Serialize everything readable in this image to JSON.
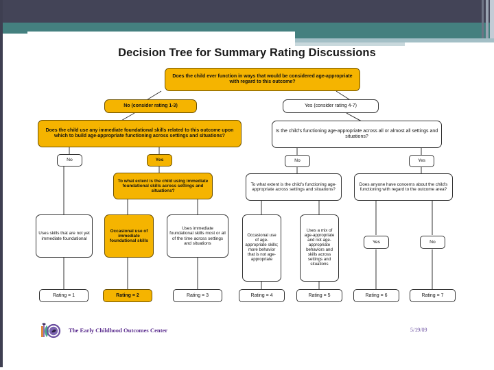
{
  "slide": {
    "title": "Decision Tree for Summary Rating Discussions",
    "theme_colors": {
      "header_dark": "#434457",
      "header_teal": "#44807f",
      "header_light": "#a3bfc6",
      "highlight": "#f5b400",
      "footer_purple": "#5b2d8e"
    }
  },
  "footer": {
    "organization": "The Early Childhood Outcomes Center",
    "date": "5/19/09",
    "logo_name": "eco-logo"
  },
  "tree": {
    "root": {
      "id": "root-question",
      "text": "Does the child ever function in ways that would be considered age-appropriate with regard to this outcome?",
      "highlighted": true
    },
    "branches": [
      {
        "id": "branch-no",
        "text": "No (consider rating 1-3)",
        "highlighted": true
      },
      {
        "id": "branch-yes",
        "text": "Yes (consider rating 4-7)",
        "highlighted": false
      }
    ],
    "questions": [
      {
        "id": "q-foundational",
        "text": "Does the child use any immediate foundational skills related to this outcome upon which to build age-appropriate functioning across settings and situations?",
        "highlighted": true
      },
      {
        "id": "q-age-appropriate-all",
        "text": "Is the child's functioning age-appropriate across all or almost all settings and situations?",
        "highlighted": false
      },
      {
        "id": "q-extent-foundational",
        "text": "To what extent is the child using immediate foundational skills across settings and situations?",
        "highlighted": true
      },
      {
        "id": "q-extent-age-appropriate",
        "text": "To what extent is the child's functioning age-appropriate across settings and situations?",
        "highlighted": false
      },
      {
        "id": "q-concerns",
        "text": "Does anyone have concerns about the child's functioning with regard to the outcome area?",
        "highlighted": false
      }
    ],
    "decisions": [
      {
        "id": "dec-no-foundational",
        "text": "No",
        "highlighted": false
      },
      {
        "id": "dec-yes-foundational",
        "text": "Yes",
        "highlighted": true
      },
      {
        "id": "dec-no-all-settings",
        "text": "No",
        "highlighted": false
      },
      {
        "id": "dec-yes-all-settings",
        "text": "Yes",
        "highlighted": false
      },
      {
        "id": "dec-yes-concerns",
        "text": "Yes",
        "highlighted": false
      },
      {
        "id": "dec-no-concerns",
        "text": "No",
        "highlighted": false
      }
    ],
    "outcomes": [
      {
        "id": "outcome-not-yet",
        "text": "Uses skills that are not yet immediate foundational",
        "highlighted": false
      },
      {
        "id": "outcome-occasional-foundational",
        "text": "Occasional use of immediate foundational skills",
        "highlighted": true
      },
      {
        "id": "outcome-most-foundational",
        "text": "Uses immediate foundational skills most or all of the time across settings and situations",
        "highlighted": false
      },
      {
        "id": "outcome-occasional-age",
        "text": "Occasional use of age-appropriate skills; more behavior that is not age-appropriate",
        "highlighted": false
      },
      {
        "id": "outcome-mix",
        "text": "Uses a mix of age-appropriate and not age-appropriate behaviors and skills across settings and situations",
        "highlighted": false
      }
    ],
    "ratings": [
      {
        "id": "rating-1",
        "text": "Rating = 1",
        "highlighted": false
      },
      {
        "id": "rating-2",
        "text": "Rating = 2",
        "highlighted": true
      },
      {
        "id": "rating-3",
        "text": "Rating = 3",
        "highlighted": false
      },
      {
        "id": "rating-4",
        "text": "Rating = 4",
        "highlighted": false
      },
      {
        "id": "rating-5",
        "text": "Rating = 5",
        "highlighted": false
      },
      {
        "id": "rating-6",
        "text": "Rating = 6",
        "highlighted": false
      },
      {
        "id": "rating-7",
        "text": "Rating = 7",
        "highlighted": false
      }
    ]
  }
}
